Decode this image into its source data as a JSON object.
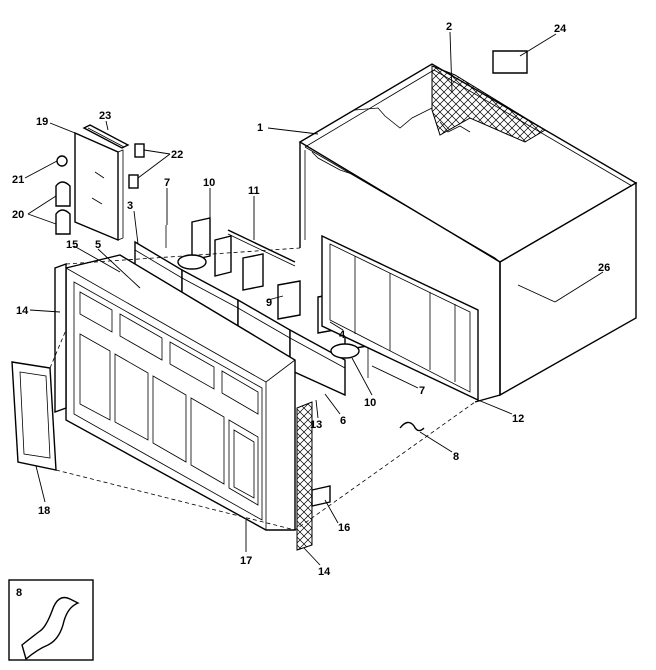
{
  "diagram": {
    "callouts": [
      {
        "id": "c1",
        "text": "1"
      },
      {
        "id": "c2",
        "text": "2"
      },
      {
        "id": "c24",
        "text": "24"
      },
      {
        "id": "c19",
        "text": "19"
      },
      {
        "id": "c23",
        "text": "23"
      },
      {
        "id": "c22",
        "text": "22"
      },
      {
        "id": "c21",
        "text": "21"
      },
      {
        "id": "c20",
        "text": "20"
      },
      {
        "id": "c7a",
        "text": "7"
      },
      {
        "id": "c10a",
        "text": "10"
      },
      {
        "id": "c11",
        "text": "11"
      },
      {
        "id": "c3",
        "text": "3"
      },
      {
        "id": "c15",
        "text": "15"
      },
      {
        "id": "c5",
        "text": "5"
      },
      {
        "id": "c14a",
        "text": "14"
      },
      {
        "id": "c9",
        "text": "9"
      },
      {
        "id": "c4",
        "text": "4"
      },
      {
        "id": "c26",
        "text": "26"
      },
      {
        "id": "c10b",
        "text": "10"
      },
      {
        "id": "c7b",
        "text": "7"
      },
      {
        "id": "c13",
        "text": "13"
      },
      {
        "id": "c6",
        "text": "6"
      },
      {
        "id": "c12",
        "text": "12"
      },
      {
        "id": "c8a",
        "text": "8"
      },
      {
        "id": "c18a",
        "text": "18"
      },
      {
        "id": "c16",
        "text": "16"
      },
      {
        "id": "c17",
        "text": "17"
      },
      {
        "id": "c14b",
        "text": "14"
      },
      {
        "id": "c8b",
        "text": "8"
      }
    ]
  }
}
